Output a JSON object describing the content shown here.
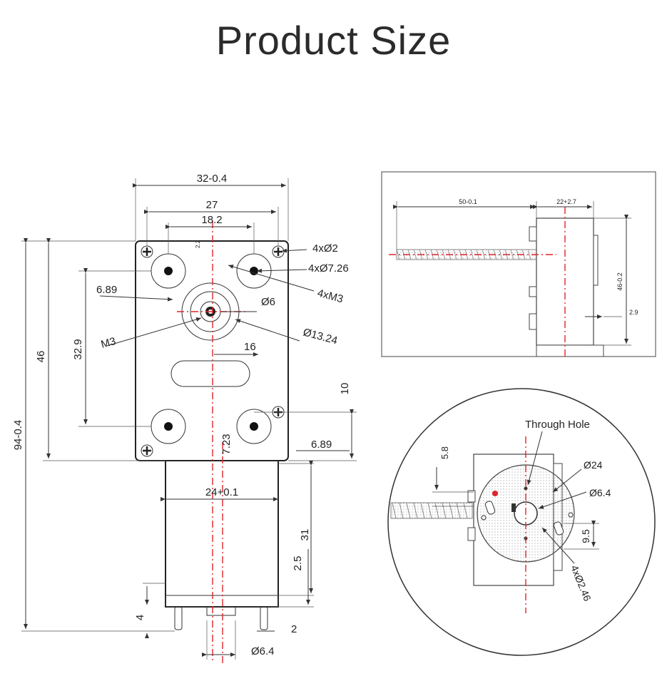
{
  "title": "Product Size",
  "front_view": {
    "width_total": "32-0.4",
    "width_27": "27",
    "width_18_2": "18.2",
    "top_2_2": "2.2",
    "hole_4x2": "4xØ2",
    "hole_4x726": "4xØ7.26",
    "hole_4xm3": "4xM3",
    "d_6_89": "6.89",
    "d_6": "Ø6",
    "m3": "M3",
    "d_13_24": "Ø13.24",
    "d_16": "16",
    "h_46": "46",
    "h_32_9": "32.9",
    "h_94": "94-0.4",
    "h_10": "10",
    "h_7_23": "7.23",
    "d_6_89_b": "6.89",
    "w_24": "24+0.1",
    "h_31": "31",
    "h_2_5": "2.5",
    "h_4": "4",
    "h_2": "2",
    "d_6_4": "Ø6.4"
  },
  "side_view": {
    "length_50": "50-0.1",
    "length_22": "22+2.7",
    "height_46": "46-0.2",
    "dim_2_9": "2.9"
  },
  "detail_view": {
    "through_hole": "Through Hole",
    "d_5_8": "5.8",
    "d_24": "Ø24",
    "d_6_4": "Ø6.4",
    "d_9_5": "9.5",
    "d_4x2_46": "4xØ2.46"
  }
}
